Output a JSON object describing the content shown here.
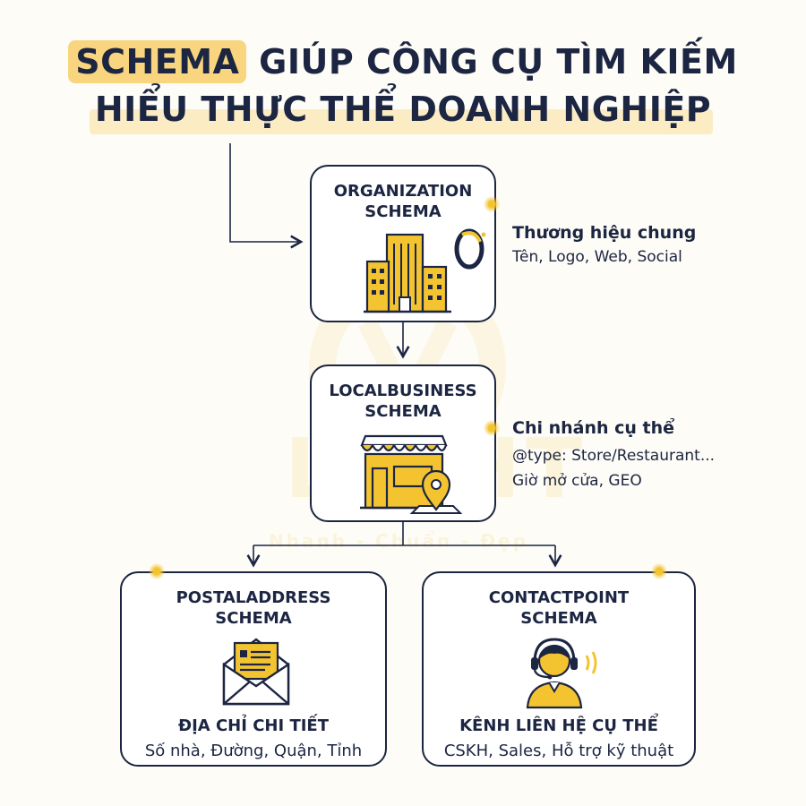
{
  "title": {
    "highlight": "SCHEMA",
    "line1_rest": " GIÚP CÔNG CỤ TÌM KIẾM",
    "line2": "HIỂU THỰC THỂ DOANH NGHIỆP"
  },
  "watermark": {
    "brand": "LIGHT",
    "tagline": "Nhanh - Chuẩn - Đẹp"
  },
  "nodes": {
    "organization": {
      "title_line1": "ORGANIZATION",
      "title_line2": "SCHEMA",
      "icon": "office-buildings-icon",
      "side_title": "Thương hiệu chung",
      "side_text": "Tên, Logo, Web, Social"
    },
    "localbusiness": {
      "title_line1": "LOCALBUSINESS",
      "title_line2": "SCHEMA",
      "icon": "storefront-icon",
      "side_title": "Chi nhánh cụ thể",
      "side_text1": "@type: Store/Restaurant...",
      "side_text2": "Giờ mở cửa, GEO"
    },
    "postaladdress": {
      "title_line1": "POSTALADDRESS",
      "title_line2": "SCHEMA",
      "icon": "envelope-letter-icon",
      "sub_title": "ĐỊA CHỈ CHI TIẾT",
      "sub_text": "Số nhà, Đường, Quận, Tỉnh"
    },
    "contactpoint": {
      "title_line1": "CONTACTPOINT",
      "title_line2": "SCHEMA",
      "icon": "support-agent-headset-icon",
      "sub_title": "KÊNH LIÊN HỆ CỤ THỂ",
      "sub_text": "CSKH, Sales, Hỗ trợ kỹ thuật"
    }
  },
  "colors": {
    "navy": "#1c2541",
    "gold": "#f4c430",
    "highlight": "#f8d57e",
    "background": "#fdfcf7"
  }
}
